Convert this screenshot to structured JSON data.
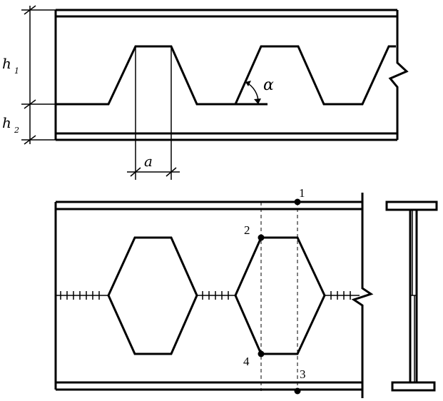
{
  "top_view": {
    "dim_h1": "h",
    "dim_h1_sub": "1",
    "dim_h2": "h",
    "dim_h2_sub": "2",
    "dim_a": "a",
    "angle": "α"
  },
  "bottom_view": {
    "points": [
      "1",
      "2",
      "3",
      "4"
    ]
  }
}
